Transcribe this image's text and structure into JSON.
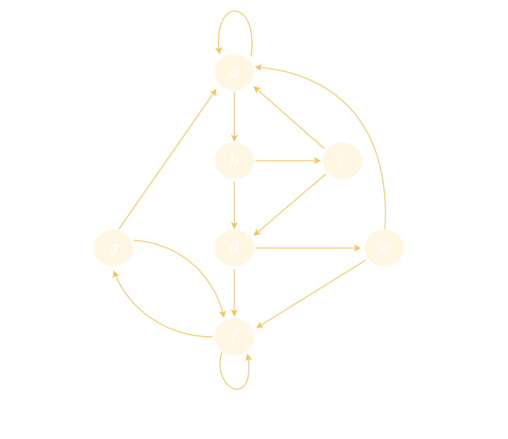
{
  "diagram": {
    "type": "directed-graph",
    "edge_color": "#f5c45a",
    "node_color": "#fff6e4",
    "label_color": "#ffffff",
    "nodes": [
      {
        "id": "a",
        "label": "a"
      },
      {
        "id": "b",
        "label": "b"
      },
      {
        "id": "c",
        "label": "c"
      },
      {
        "id": "d",
        "label": "d"
      },
      {
        "id": "e",
        "label": "e"
      },
      {
        "id": "f",
        "label": "f"
      },
      {
        "id": "g",
        "label": "g"
      }
    ],
    "edges": [
      {
        "from": "a",
        "to": "a"
      },
      {
        "from": "a",
        "to": "b"
      },
      {
        "from": "b",
        "to": "c"
      },
      {
        "from": "b",
        "to": "d"
      },
      {
        "from": "c",
        "to": "a"
      },
      {
        "from": "c",
        "to": "d"
      },
      {
        "from": "d",
        "to": "e"
      },
      {
        "from": "d",
        "to": "f"
      },
      {
        "from": "e",
        "to": "a"
      },
      {
        "from": "e",
        "to": "f"
      },
      {
        "from": "g",
        "to": "a"
      },
      {
        "from": "g",
        "to": "f"
      },
      {
        "from": "f",
        "to": "g"
      },
      {
        "from": "f",
        "to": "f"
      }
    ]
  }
}
